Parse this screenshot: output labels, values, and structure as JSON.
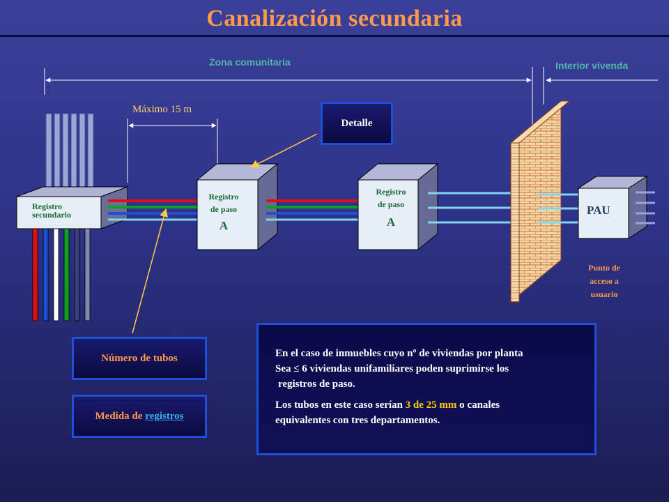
{
  "title": "Canalización secundaria",
  "zones": {
    "comunitaria": "Zona comunitaria",
    "interior": "Interior vivenda",
    "maximo": "Máximo 15 m"
  },
  "registro_secundario": {
    "line1": "Registro",
    "line2": "secundario"
  },
  "registro_paso_1": {
    "line1": "Registro",
    "line2": "de paso",
    "letter": "A"
  },
  "registro_paso_2": {
    "line1": "Registro",
    "line2": "de paso",
    "letter": "A"
  },
  "pau": {
    "label": "PAU",
    "desc_line1": "Punto de",
    "desc_line2": "acceso a",
    "desc_line3": "usuario"
  },
  "buttons": {
    "detalle": "Detalle",
    "numero_tubos": "Número de tubos",
    "medida_prefix": "Medida de",
    "medida_link": "registros"
  },
  "info": {
    "line1": "En el caso de inmuebles cuyo nº de viviendas por planta",
    "line2": "Sea ≤ 6 viviendas unifamiliares poden suprimirse los",
    "line3": "registros de paso.",
    "p2_before": "Los tubos en este caso serían",
    "p2_highlight": "3 de 25 mm",
    "p2_after": "o canales",
    "p2_line2": "equivalentes con tres departamentos."
  },
  "colors": {
    "title": "#ff9a4a",
    "zone_label": "#4fb7a8",
    "button_border": "#1f4fd6",
    "red_tube": "#e01010",
    "green_tube": "#10a020",
    "blue_tube": "#1f4fd6",
    "cyan_tube": "#7fd6f0"
  }
}
